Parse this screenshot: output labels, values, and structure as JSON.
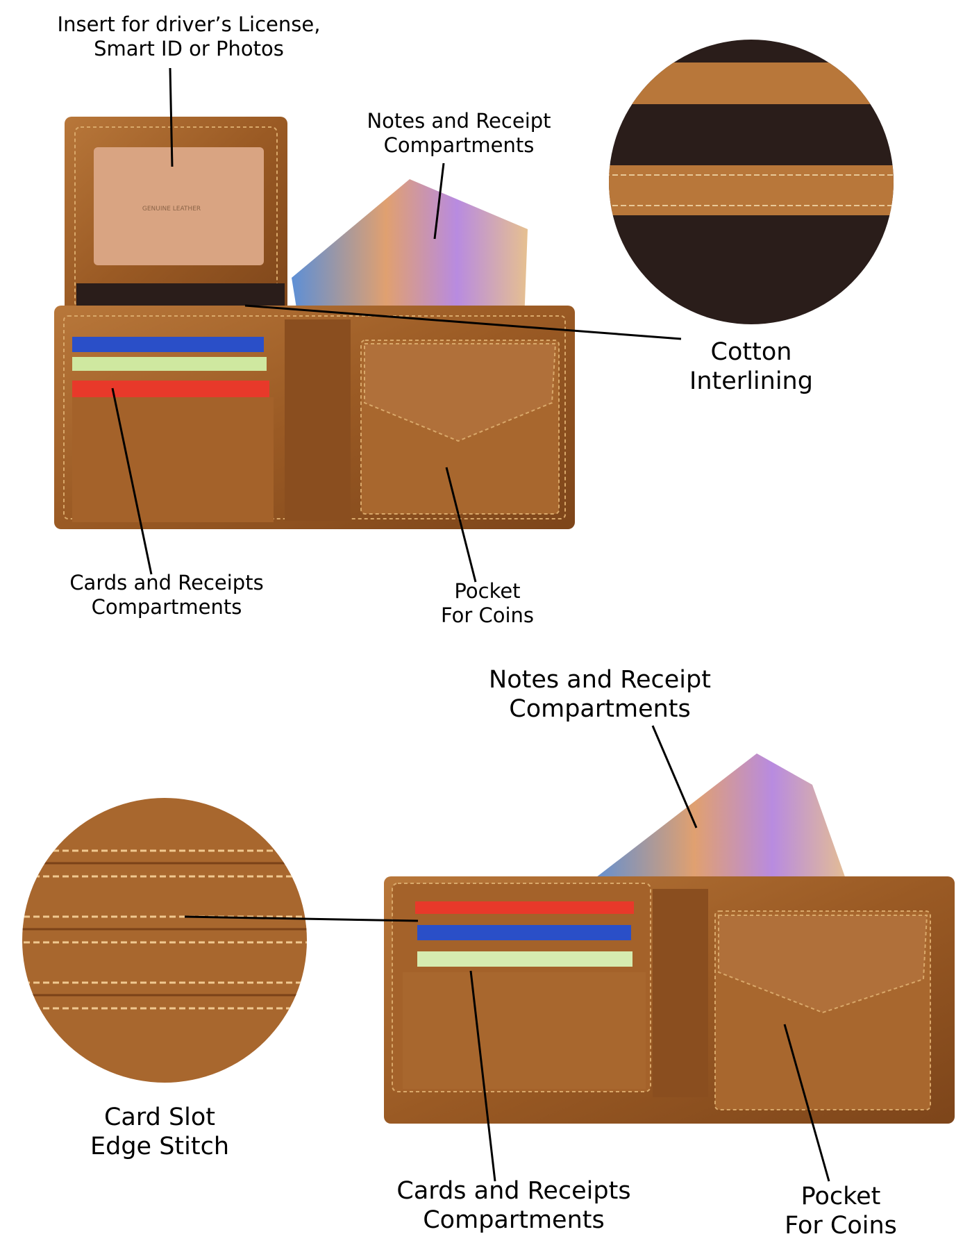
{
  "top_view": {
    "insert_label": [
      "Insert for driver’s License,",
      "Smart ID or Photos"
    ],
    "notes_label": [
      "Notes and Receipt",
      "Compartments"
    ],
    "cotton_label": [
      "Cotton",
      "Interlining"
    ],
    "cards_label": [
      "Cards and Receipts",
      "Compartments"
    ],
    "pocket_label": [
      "Pocket",
      "For Coins"
    ],
    "lid_imprint": "GENUINE LEATHER"
  },
  "bottom_view": {
    "notes_label": [
      "Notes and Receipt",
      "Compartments"
    ],
    "stitch_label": [
      "Card Slot",
      "Edge Stitch"
    ],
    "cards_label": [
      "Cards and Receipts",
      "Compartments"
    ],
    "pocket_label": [
      "Pocket",
      "For Coins"
    ]
  },
  "colors": {
    "leather": "#9a5a24",
    "leather_light": "#b8773a",
    "stitch": "#d9a86a",
    "lining": "#2a1d1a",
    "leader": "#000000"
  }
}
